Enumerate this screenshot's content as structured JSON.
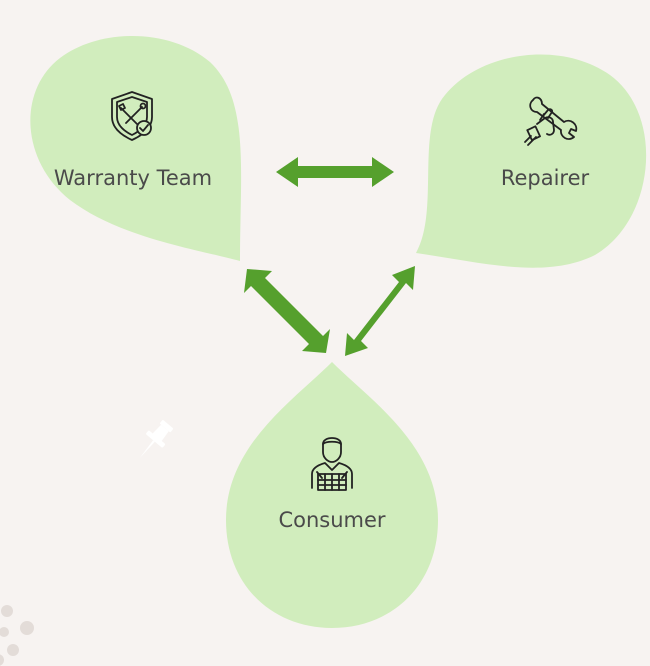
{
  "colors": {
    "background": "#f7f3f1",
    "node_fill": "#d1edbd",
    "arrow": "#55a02d",
    "icon_stroke": "#222222",
    "label_text": "#4a4a4a",
    "pin": "#ffffff",
    "dots": "#e3dcd8"
  },
  "nodes": {
    "warranty": {
      "label": "Warranty Team",
      "icon": "shield-tools-check-icon"
    },
    "repairer": {
      "label": "Repairer",
      "icon": "hand-wrench-icon"
    },
    "consumer": {
      "label": "Consumer",
      "icon": "person-basket-icon"
    }
  },
  "arrows": [
    {
      "from": "warranty",
      "to": "repairer",
      "bidirectional": true
    },
    {
      "from": "warranty",
      "to": "consumer",
      "bidirectional": true
    },
    {
      "from": "repairer",
      "to": "consumer",
      "bidirectional": true
    }
  ],
  "decorations": [
    "pushpin-icon",
    "dots"
  ]
}
